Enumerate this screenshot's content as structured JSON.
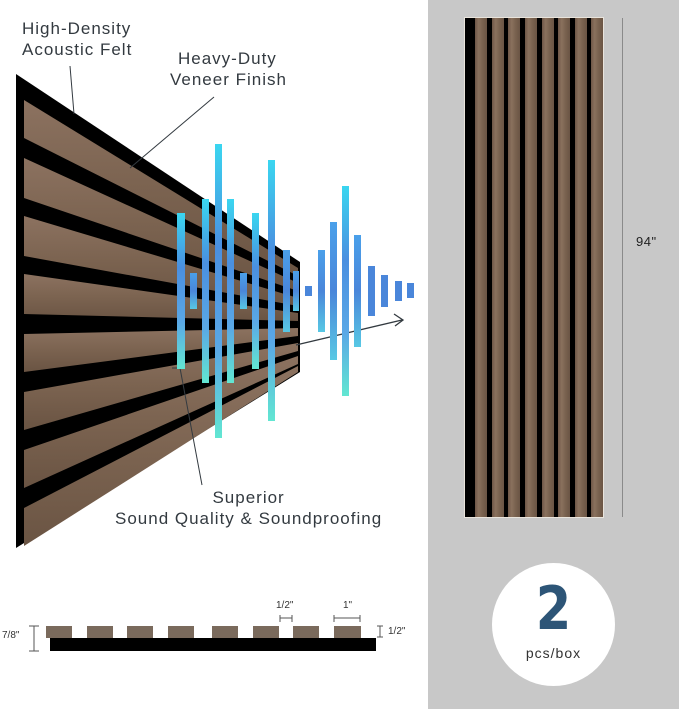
{
  "callouts": {
    "felt": [
      "High-Density",
      "Acoustic Felt"
    ],
    "veneer": [
      "Heavy-Duty",
      "Veneer Finish"
    ],
    "sound": [
      "Superior",
      "Sound Quality & Soundproofing"
    ]
  },
  "cross_section": {
    "total_thickness": "7/8\"",
    "gap_width": "1/2\"",
    "slat_width": "1\"",
    "slat_thickness": "1/2\"",
    "slat_count": 8
  },
  "front_view": {
    "height": "94\"",
    "slat_count": 8
  },
  "badge": {
    "quantity": "2",
    "unit": "pcs/box"
  },
  "colors": {
    "wood": "#7a6350",
    "felt": "#000000",
    "right_bg": "#c8c8c8",
    "badge_number": "#2d5577",
    "wave_top": "#4a90e2",
    "wave_bottom": "#5ee0d0",
    "text": "#333a40"
  }
}
